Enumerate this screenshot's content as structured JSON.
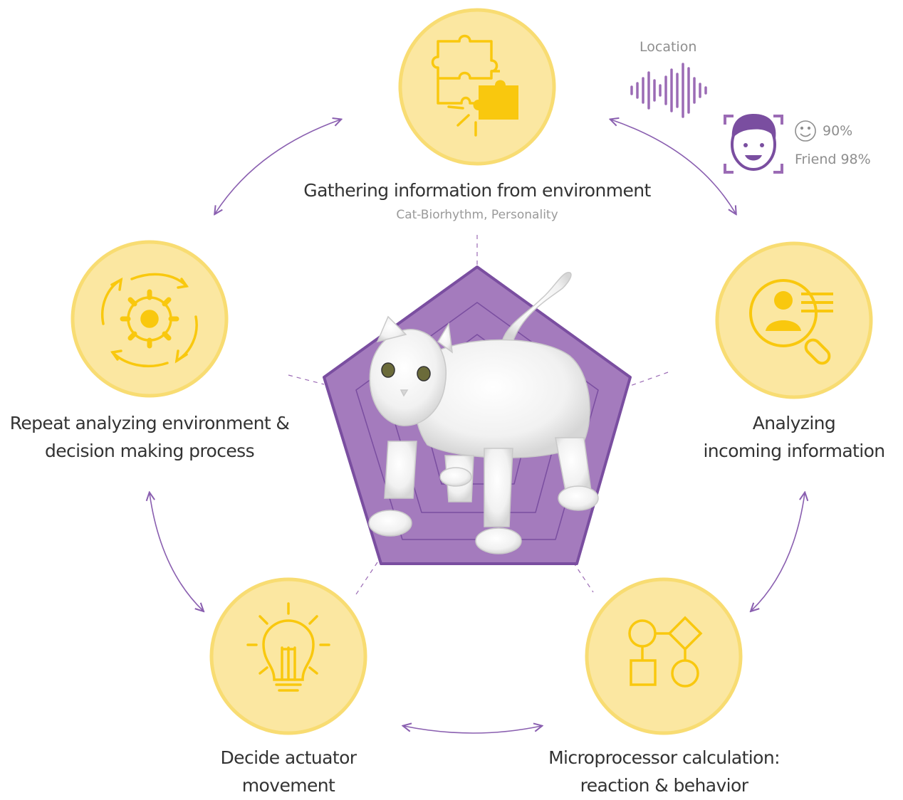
{
  "nodes": {
    "gather": {
      "title": "Gathering information from environment",
      "subtitle": "Cat-Biorhythm, Personality",
      "icon": "puzzle-icon"
    },
    "analyze": {
      "line1": "Analyzing",
      "line2": "incoming information",
      "icon": "person-magnifier-icon"
    },
    "micro": {
      "line1": "Microprocessor calculation:",
      "line2": "reaction & behavior",
      "icon": "flowchart-icon"
    },
    "decide": {
      "line1": "Decide actuator",
      "line2": "movement",
      "icon": "lightbulb-icon"
    },
    "repeat": {
      "line1": "Repeat analyzing environment &",
      "line2": "decision making process",
      "icon": "gear-cycle-icon"
    }
  },
  "sensors": {
    "location_label": "Location",
    "emotion_value": "90%",
    "friend_label": "Friend 98%"
  },
  "colors": {
    "circle_fill": "#fbe7a1",
    "circle_stroke": "#f8dc72",
    "icon": "#f9c80e",
    "purple": "#9b6bb5",
    "purple_dark": "#7a4ea0"
  }
}
